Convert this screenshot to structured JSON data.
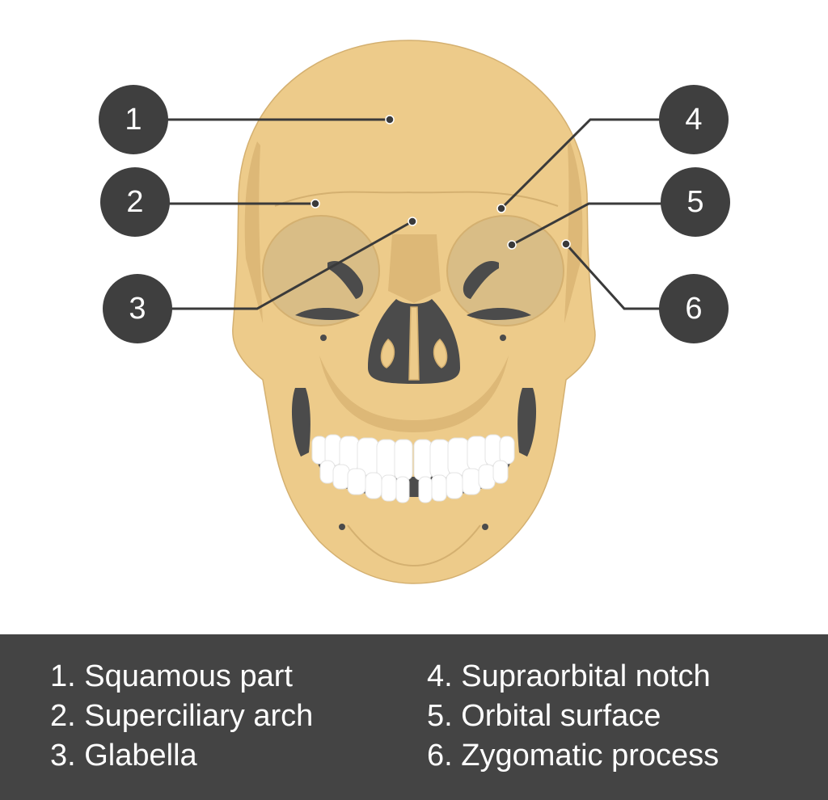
{
  "colors": {
    "bone": "#EDCB8A",
    "bone_shade": "#DDB877",
    "bone_outline": "#D4B070",
    "orbit": "#D9BD86",
    "cavity": "#4B4B4B",
    "teeth": "#FFFFFF",
    "marker": "#3F3F3F",
    "leader": "#3A3A3A",
    "legend_bg": "#444444",
    "legend_text": "#FFFFFF"
  },
  "markers": [
    {
      "id": "1",
      "label": "1"
    },
    {
      "id": "2",
      "label": "2"
    },
    {
      "id": "3",
      "label": "3"
    },
    {
      "id": "4",
      "label": "4"
    },
    {
      "id": "5",
      "label": "5"
    },
    {
      "id": "6",
      "label": "6"
    }
  ],
  "legend": {
    "left": [
      "1. Squamous part",
      "2. Superciliary arch",
      "3. Glabella"
    ],
    "right": [
      "4. Supraorbital notch",
      "5. Orbital surface",
      "6. Zygomatic process"
    ]
  }
}
